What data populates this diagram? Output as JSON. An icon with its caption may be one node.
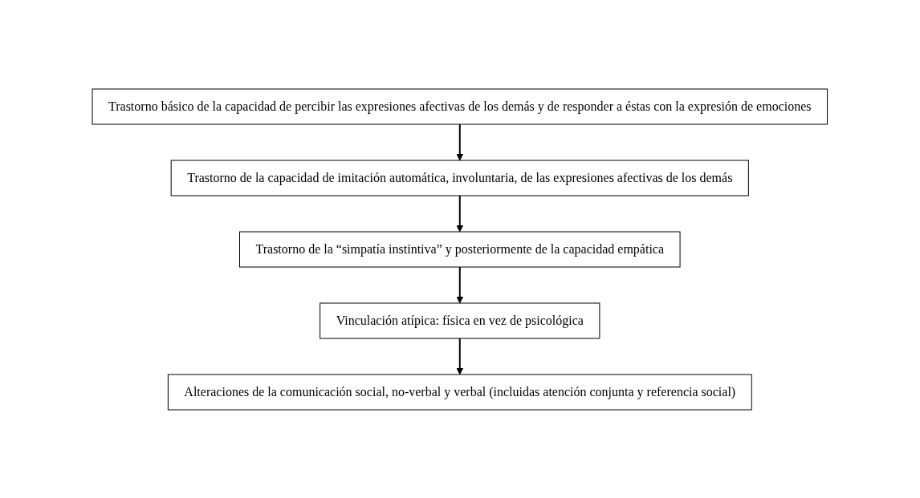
{
  "diagram": {
    "nodes": [
      {
        "text": [
          "Trastorno básico de la capacidad de percibir las expresiones afectivas de los demás y de responder a éstas con la expresión de emociones"
        ]
      },
      {
        "text": [
          "Trastorno de la capacidad de imitación automática, involuntaria, de las expresiones afectivas de los demás"
        ]
      },
      {
        "text": [
          "Trastorno de la “simpatía instintiva” y posteriormente de la capacidad empática"
        ]
      },
      {
        "text": [
          "Vinculación atípica: física en vez de psicológica"
        ]
      },
      {
        "text": [
          "Alteraciones de la comunicación social, no-verbal y verbal (incluidas atención conjunta y referencia social)"
        ]
      }
    ],
    "edges": [
      {
        "from": 0,
        "to": 1,
        "arrow": "to"
      },
      {
        "from": 1,
        "to": 2,
        "arrow": "to"
      },
      {
        "from": 2,
        "to": 3,
        "arrow": "to"
      },
      {
        "from": 3,
        "to": 4,
        "arrow": "to"
      }
    ]
  }
}
